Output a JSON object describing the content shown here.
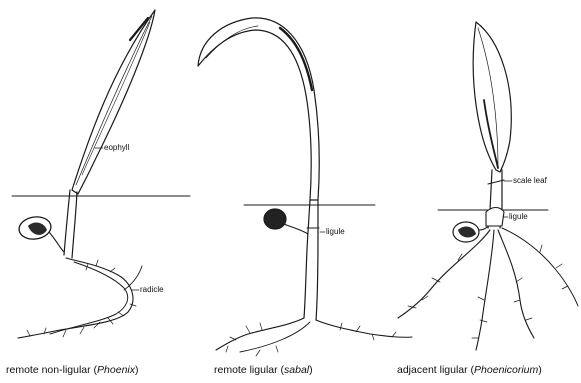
{
  "figure": {
    "panels": [
      {
        "id": "phoenix",
        "caption": {
          "prefix": "remote non-ligular (",
          "genus": "Phoenix",
          "suffix": ")"
        },
        "labels": {
          "eophyll": "eophyll",
          "radicle": "radicle"
        }
      },
      {
        "id": "sabal",
        "caption": {
          "prefix": "remote ligular (",
          "genus": "sabal",
          "suffix": ")"
        },
        "labels": {
          "ligule": "ligule"
        }
      },
      {
        "id": "phoenicorium",
        "caption": {
          "prefix": "adjacent ligular (",
          "genus": "Phoenicorium",
          "suffix": ")"
        },
        "labels": {
          "scale_leaf": "scale leaf",
          "ligule": "ligule"
        }
      }
    ]
  }
}
